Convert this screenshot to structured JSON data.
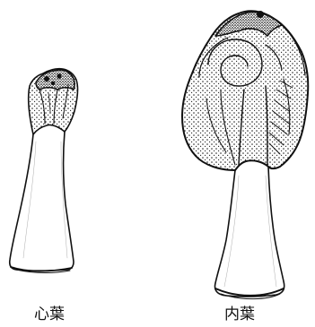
{
  "figure": {
    "leaves": [
      {
        "id": "heart-leaf",
        "label": "心葉"
      },
      {
        "id": "inner-leaf",
        "label": "内葉"
      }
    ],
    "colors": {
      "ink": "#111111",
      "background": "#ffffff"
    }
  }
}
